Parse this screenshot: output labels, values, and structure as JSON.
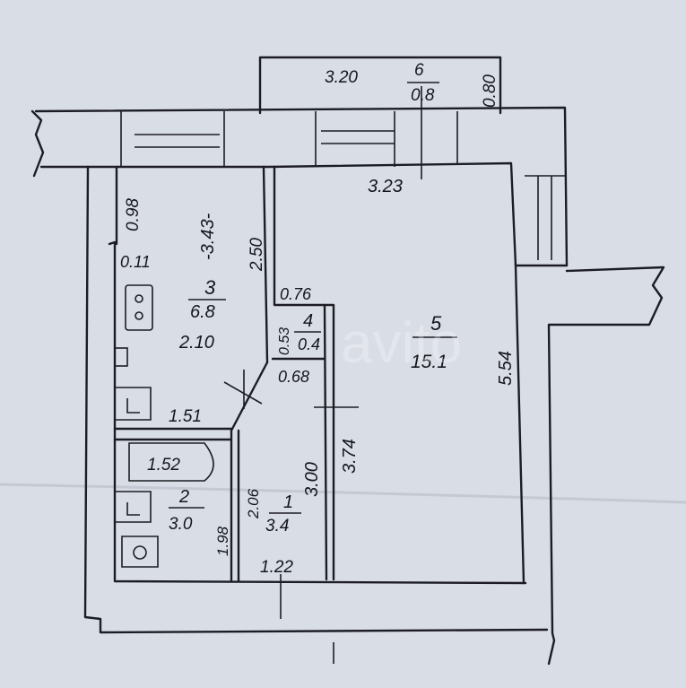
{
  "rooms": [
    {
      "number": "1",
      "area": "3.4"
    },
    {
      "number": "2",
      "area": "3.0"
    },
    {
      "number": "3",
      "area": "6.8"
    },
    {
      "number": "4",
      "area": "0.4"
    },
    {
      "number": "5",
      "area": "15.1"
    },
    {
      "number": "6",
      "area": "0.8"
    }
  ],
  "dimensions": {
    "balcony_length": "3.20",
    "balcony_depth": "0.80",
    "room5_width": "3.23",
    "kitchen_length": "-3.43-",
    "kitchen_top": "0.98",
    "kitchen_side": "0.11",
    "kitchen_width": "2.10",
    "partition": "2.50",
    "closet_top": "0.76",
    "closet_side": "0.53",
    "closet_bottom": "0.68",
    "room5_length": "5.54",
    "hall_length": "3.74",
    "hall_side": "3.00",
    "bath_wall": "1.51",
    "bathtub": "1.52",
    "bath_side": "2.06",
    "bath_side2": "1.98",
    "hall_width": "1.22"
  },
  "watermark": "avito"
}
